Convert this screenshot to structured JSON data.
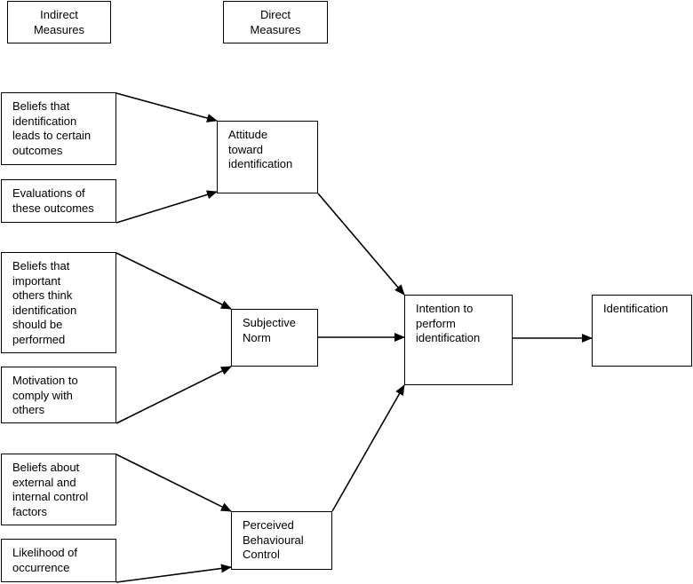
{
  "headers": {
    "indirect": "Indirect\nMeasures",
    "direct": "Direct\nMeasures"
  },
  "boxes": {
    "beliefs_outcomes": "Beliefs that\nidentification\nleads to certain\noutcomes",
    "evaluations": "Evaluations of\nthese outcomes",
    "beliefs_others": "Beliefs that\nimportant\nothers think\nidentification\nshould be\nperformed",
    "motivation": "Motivation to\ncomply with\nothers",
    "beliefs_control": "Beliefs about\nexternal and\ninternal control\nfactors",
    "likelihood": "Likelihood of\noccurrence",
    "attitude": "Attitude\ntoward\nidentification",
    "subjective_norm": "Subjective\nNorm",
    "perceived_control": "Perceived\nBehavioural\nControl",
    "intention": "Intention to\nperform\nidentification",
    "identification": "Identification"
  }
}
